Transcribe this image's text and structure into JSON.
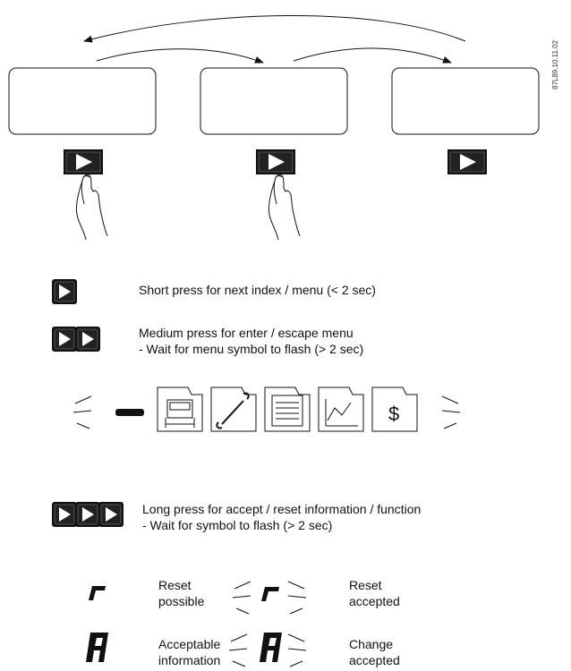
{
  "document_id": "87L89.10.11.02",
  "instructions": {
    "short_press": "Short press for next index / menu (< 2 sec)",
    "medium_press_line1": "Medium press for enter / escape menu",
    "medium_press_line2": "- Wait for menu symbol to flash (> 2 sec)",
    "long_press_line1": "Long press for accept / reset information / function",
    "long_press_line2": "- Wait for symbol to flash (> 2 sec)"
  },
  "menu_icons": [
    "equipment-icon",
    "wrench-icon",
    "document-icon",
    "chart-icon",
    "dollar-icon"
  ],
  "status_pairs": [
    {
      "glyph": "r",
      "before": [
        "Reset",
        "possible"
      ],
      "after": [
        "Reset",
        "accepted"
      ]
    },
    {
      "glyph": "A",
      "before": [
        "Acceptable",
        "information"
      ],
      "after": [
        "Change",
        "accepted"
      ]
    }
  ]
}
